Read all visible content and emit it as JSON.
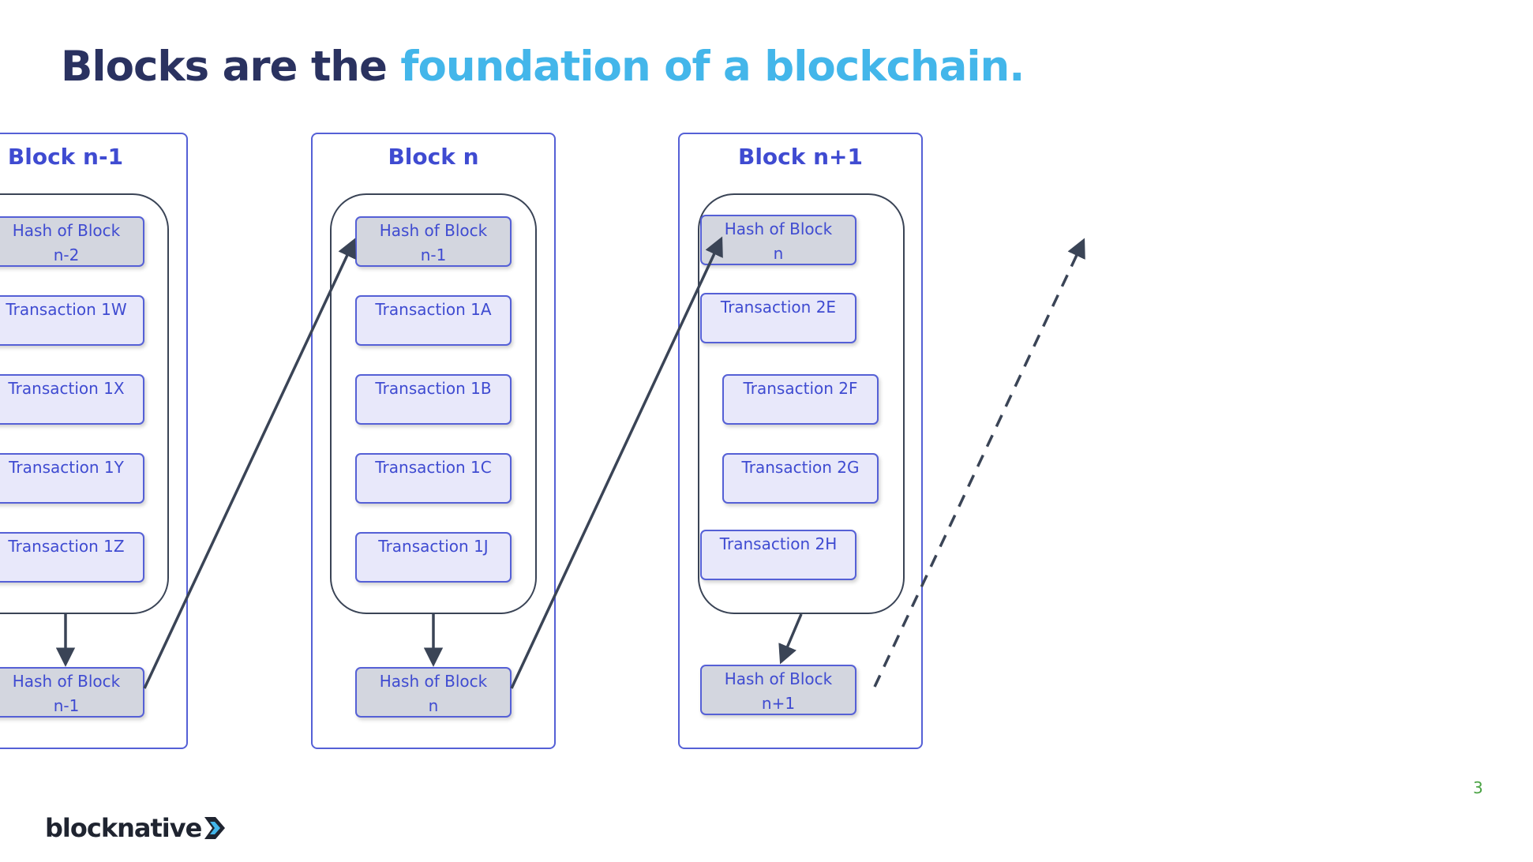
{
  "title": {
    "part1": "Blocks are the ",
    "part2": "foundation of a blockchain."
  },
  "colors": {
    "title_dark": "#2a3260",
    "title_accent": "#43b6ea",
    "block_border": "#5560d6",
    "block_text": "#3f4bd1",
    "arrow": "#3a4456",
    "hash_fill": "#d3d6df",
    "transaction_fill": "#e8e8fa",
    "page_number": "#4aa344"
  },
  "blocks": [
    {
      "title": "Block n-1",
      "prev_hash": [
        "Hash of Block",
        "n-2"
      ],
      "transactions": [
        "Transaction 1W",
        "Transaction 1X",
        "Transaction 1Y",
        "Transaction 1Z"
      ],
      "hash": [
        "Hash of Block",
        "n-1"
      ]
    },
    {
      "title": "Block n",
      "prev_hash": [
        "Hash of Block",
        "n-1"
      ],
      "transactions": [
        "Transaction 1A",
        "Transaction 1B",
        "Transaction 1C",
        "Transaction 1J"
      ],
      "hash": [
        "Hash of Block",
        "n"
      ]
    },
    {
      "title": "Block n+1",
      "prev_hash": [
        "Hash of Block",
        "n"
      ],
      "transactions": [
        "Transaction 2E",
        "Transaction 2F",
        "Transaction 2G",
        "Transaction 2H"
      ],
      "hash": [
        "Hash of Block",
        "n+1"
      ]
    }
  ],
  "page_number": "3",
  "logo": {
    "text": "blocknative",
    "icon": "blocknative-chevron-logo-icon"
  }
}
